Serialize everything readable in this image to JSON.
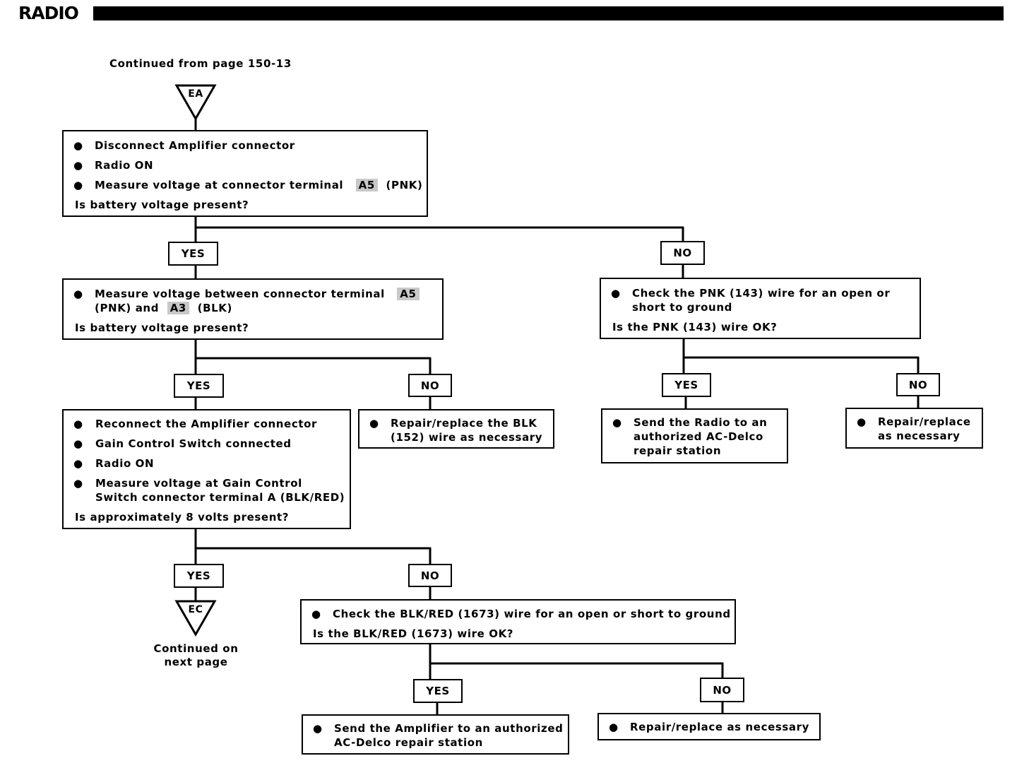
{
  "header": {
    "title": "RADIO"
  },
  "continued_from": "Continued from page 150-13",
  "connector_in": "EA",
  "connector_out": "EC",
  "continued_next": [
    "Continued  on",
    "next page"
  ],
  "labels": {
    "yes": "YES",
    "no": "NO"
  },
  "bullet": "●",
  "box1": {
    "items": [
      "Disconnect Amplifier connector",
      "Radio ON"
    ],
    "item3_pre": "Measure voltage at connector terminal",
    "item3_term": "A5",
    "item3_post": "(PNK)",
    "question": "Is battery voltage present?"
  },
  "box2": {
    "line1_pre": "Measure voltage between connector terminal",
    "term1": "A5",
    "line2_pre": "(PNK) and",
    "term2": "A3",
    "line2_post": "(BLK)",
    "question": "Is battery voltage present?"
  },
  "box3": {
    "lines": [
      "Check the PNK (143) wire for an open or",
      "short to ground"
    ],
    "question": "Is the PNK (143) wire OK?"
  },
  "box4": {
    "items": [
      "Reconnect the Amplifier connector",
      "Gain Control Switch connected",
      "Radio ON"
    ],
    "item4": [
      "Measure voltage at Gain Control",
      "Switch connector terminal A (BLK/RED)"
    ],
    "question": "Is approximately 8 volts present?"
  },
  "box5": {
    "lines": [
      "Repair/replace the BLK",
      "(152) wire as necessary"
    ]
  },
  "box6": {
    "lines": [
      "Send the Radio to an",
      "authorized AC-Delco",
      "repair station"
    ]
  },
  "box7": {
    "lines": [
      "Repair/replace",
      "as necessary"
    ]
  },
  "box8": {
    "line": "Check the BLK/RED (1673) wire for an open or short to ground",
    "question": "Is the BLK/RED (1673) wire OK?"
  },
  "box9": {
    "lines": [
      "Send the Amplifier to an authorized",
      "AC-Delco repair station"
    ]
  },
  "box10": {
    "line": "Repair/replace as necessary"
  }
}
